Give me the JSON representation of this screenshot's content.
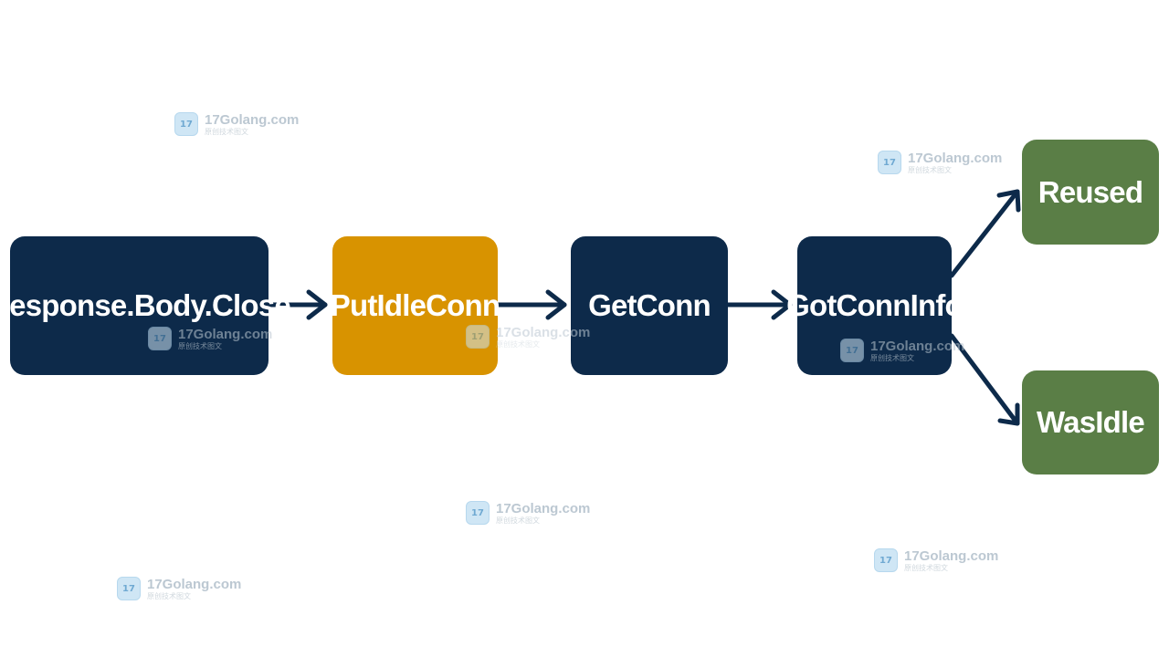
{
  "nodes": {
    "response_body_close": "Response.Body.Close",
    "put_idle_conn": "PutIdleConn",
    "get_conn": "GetConn",
    "got_conn_info": "GotConnInfo",
    "reused": "Reused",
    "was_idle": "WasIdle"
  },
  "colors": {
    "navy": "#0d2a4a",
    "orange": "#d89300",
    "green": "#5a7e46",
    "arrow": "#0d2a4a"
  },
  "watermark": {
    "site": "17Golang.com",
    "tagline": "原创技术图文",
    "logo_glyph": "17"
  },
  "edges": [
    {
      "from": "Response.Body.Close",
      "to": "PutIdleConn"
    },
    {
      "from": "PutIdleConn",
      "to": "GetConn"
    },
    {
      "from": "GetConn",
      "to": "GotConnInfo"
    },
    {
      "from": "GotConnInfo",
      "to": "Reused"
    },
    {
      "from": "GotConnInfo",
      "to": "WasIdle"
    }
  ]
}
